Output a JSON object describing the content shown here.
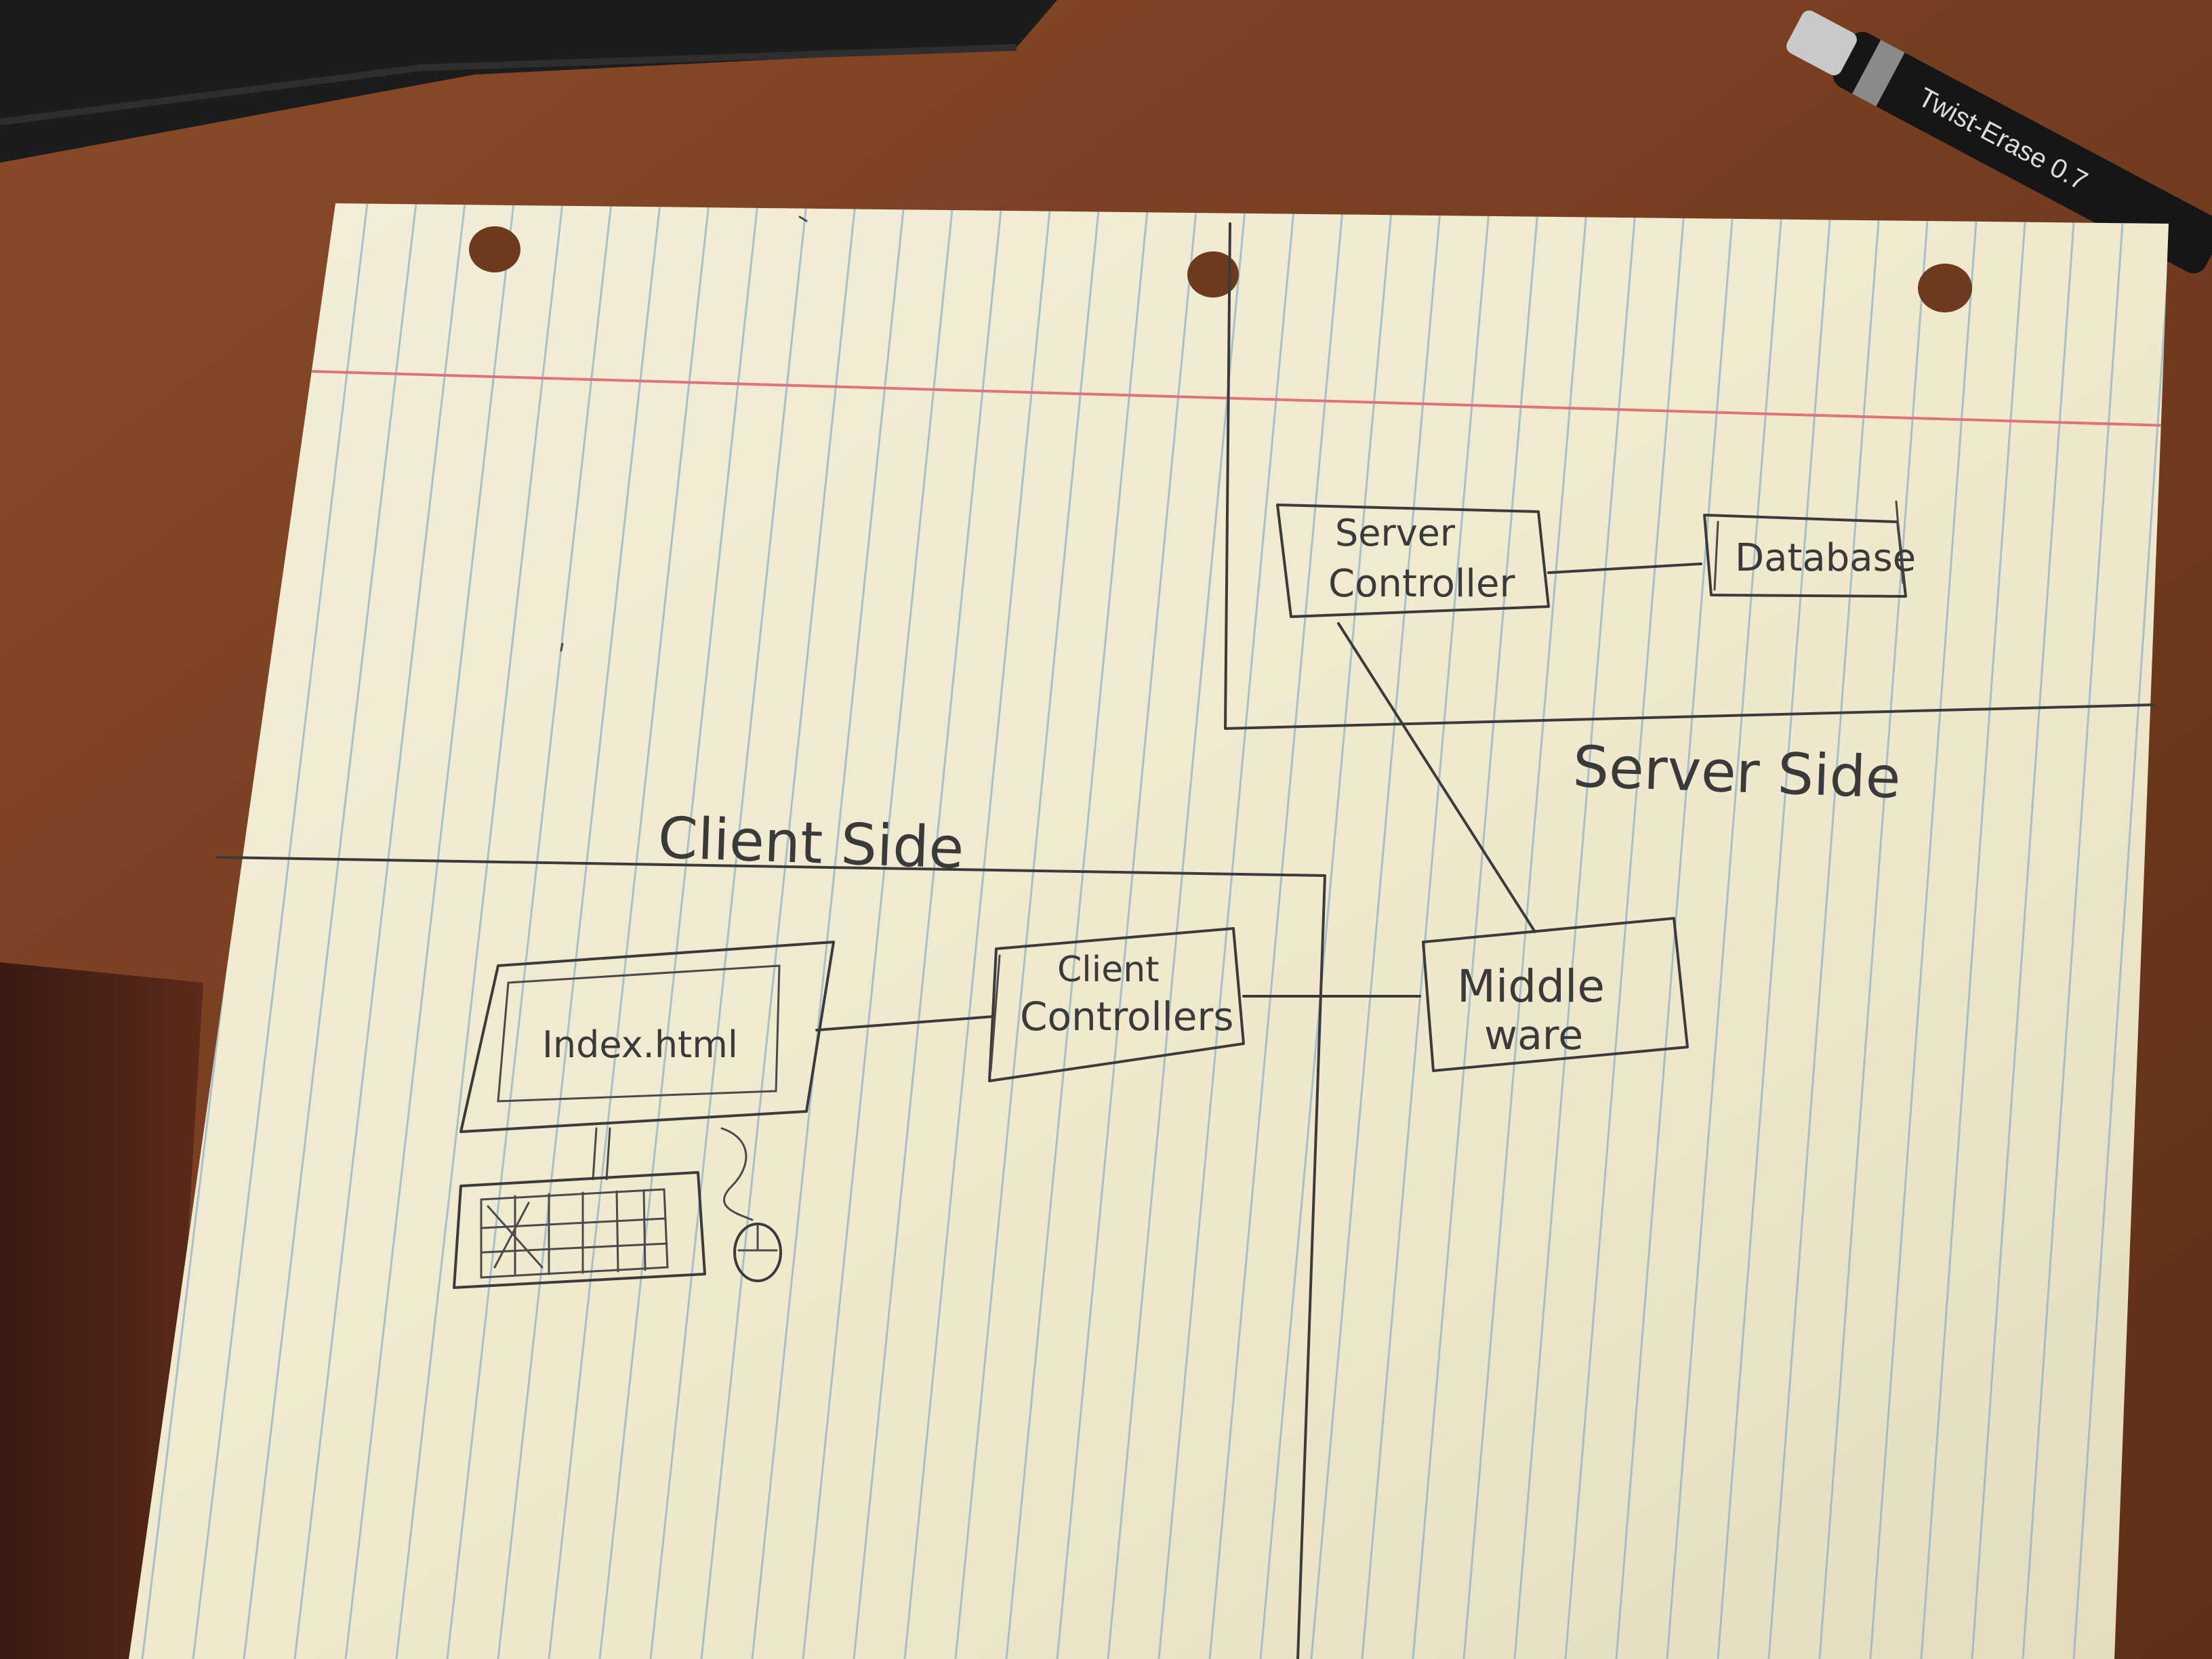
{
  "diagram": {
    "regions": {
      "client": "Client Side",
      "server": "Server Side"
    },
    "nodes": {
      "index_html": "Index.html",
      "client_controllers": [
        "Client",
        "Controllers"
      ],
      "middleware": [
        "Middle",
        "ware"
      ],
      "server_controller": [
        "Server",
        "Controller"
      ],
      "database": "Database"
    },
    "edges": [
      {
        "from": "index_html",
        "to": "client_controllers"
      },
      {
        "from": "client_controllers",
        "to": "middleware"
      },
      {
        "from": "middleware",
        "to": "server_controller"
      },
      {
        "from": "server_controller",
        "to": "database"
      }
    ]
  },
  "pen": {
    "brand_text": "Twist-Erase 0.7"
  },
  "colors": {
    "desk": "#7a3f22",
    "paper": "#f4efd9",
    "ruled_lines": "#8fb3c8",
    "margin_line": "#e0737a",
    "pencil": "#3b3b3b"
  }
}
